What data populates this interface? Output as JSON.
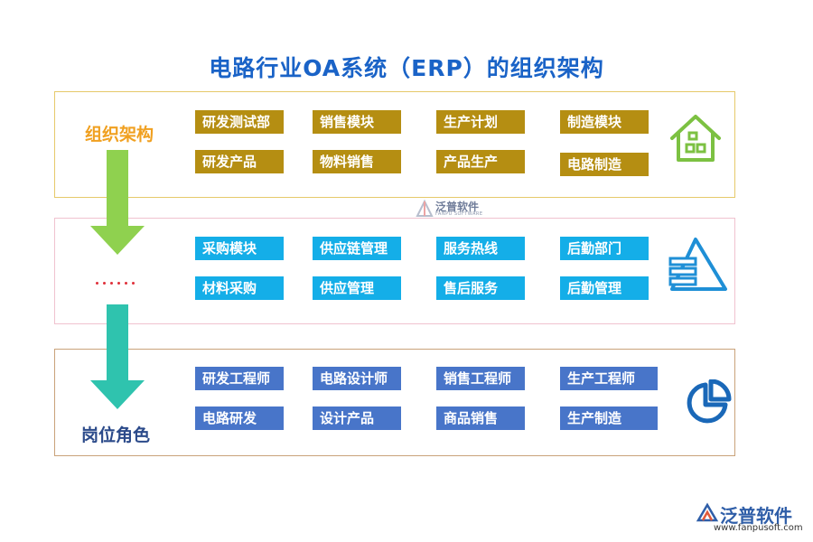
{
  "title": "电路行业OA系统（ERP）的组织架构",
  "labels": {
    "top": "组织架构",
    "bottom": "岗位角色"
  },
  "row1": {
    "top": [
      "研发测试部",
      "销售模块",
      "生产计划",
      "制造模块"
    ],
    "bottom": [
      "研发产品",
      "物料销售",
      "产品生产",
      "电路制造"
    ]
  },
  "row2": {
    "top": [
      "采购模块",
      "供应链管理",
      "服务热线",
      "后勤部门"
    ],
    "bottom": [
      "材料采购",
      "供应管理",
      "售后服务",
      "后勤管理"
    ]
  },
  "row3": {
    "top": [
      "研发工程师",
      "电路设计师",
      "销售工程师",
      "生产工程师"
    ],
    "bottom": [
      "电路研发",
      "设计产品",
      "商品销售",
      "生产制造"
    ]
  },
  "watermark": {
    "name": "泛普软件",
    "sub": "FANPU SOFTWARE"
  },
  "brand": {
    "name": "泛普软件",
    "url": "www.fanpusoft.com"
  },
  "colors": {
    "title": "#1a63c7",
    "gold_box": "#b58e12",
    "cyan_box": "#14aee8",
    "blue_box": "#4875c9",
    "green_arrow": "#8fd14f",
    "teal_arrow": "#2fc3ae",
    "label_orange": "#f0a020",
    "label_navy": "#2b4a8a"
  },
  "icons": [
    "house-icon",
    "pyramid-icon",
    "pie-chart-icon",
    "brand-logo-icon"
  ]
}
